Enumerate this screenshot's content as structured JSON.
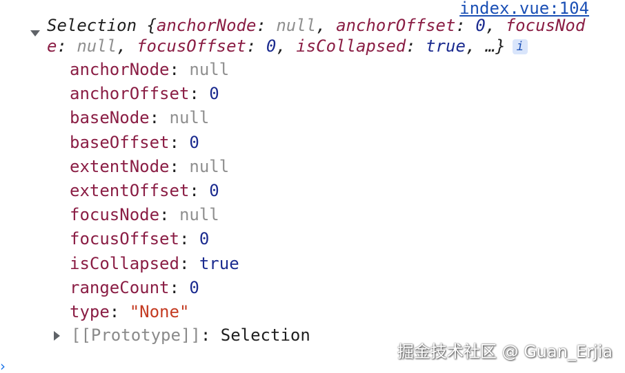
{
  "source_link": "index.vue:104",
  "header": {
    "class_name": "Selection",
    "open": "{",
    "entries": [
      {
        "key": "anchorNode",
        "value": "null",
        "kind": "null"
      },
      {
        "key": "anchorOffset",
        "value": "0",
        "kind": "num"
      },
      {
        "key": "focusNode",
        "value": "null",
        "kind": "null"
      },
      {
        "key": "focusOffset",
        "value": "0",
        "kind": "num"
      },
      {
        "key": "isCollapsed",
        "value": "true",
        "kind": "bool"
      }
    ],
    "ellipsis": "…}",
    "info_badge": "i"
  },
  "properties": [
    {
      "key": "anchorNode",
      "value": "null",
      "kind": "null"
    },
    {
      "key": "anchorOffset",
      "value": "0",
      "kind": "num"
    },
    {
      "key": "baseNode",
      "value": "null",
      "kind": "null"
    },
    {
      "key": "baseOffset",
      "value": "0",
      "kind": "num"
    },
    {
      "key": "extentNode",
      "value": "null",
      "kind": "null"
    },
    {
      "key": "extentOffset",
      "value": "0",
      "kind": "num"
    },
    {
      "key": "focusNode",
      "value": "null",
      "kind": "null"
    },
    {
      "key": "focusOffset",
      "value": "0",
      "kind": "num"
    },
    {
      "key": "isCollapsed",
      "value": "true",
      "kind": "bool"
    },
    {
      "key": "rangeCount",
      "value": "0",
      "kind": "num"
    },
    {
      "key": "type",
      "value": "\"None\"",
      "kind": "str"
    }
  ],
  "prototype": {
    "key": "[[Prototype]]",
    "value": "Selection"
  },
  "watermark": "掘金技术社区 @ Guan_Erjia",
  "prompt": "›"
}
